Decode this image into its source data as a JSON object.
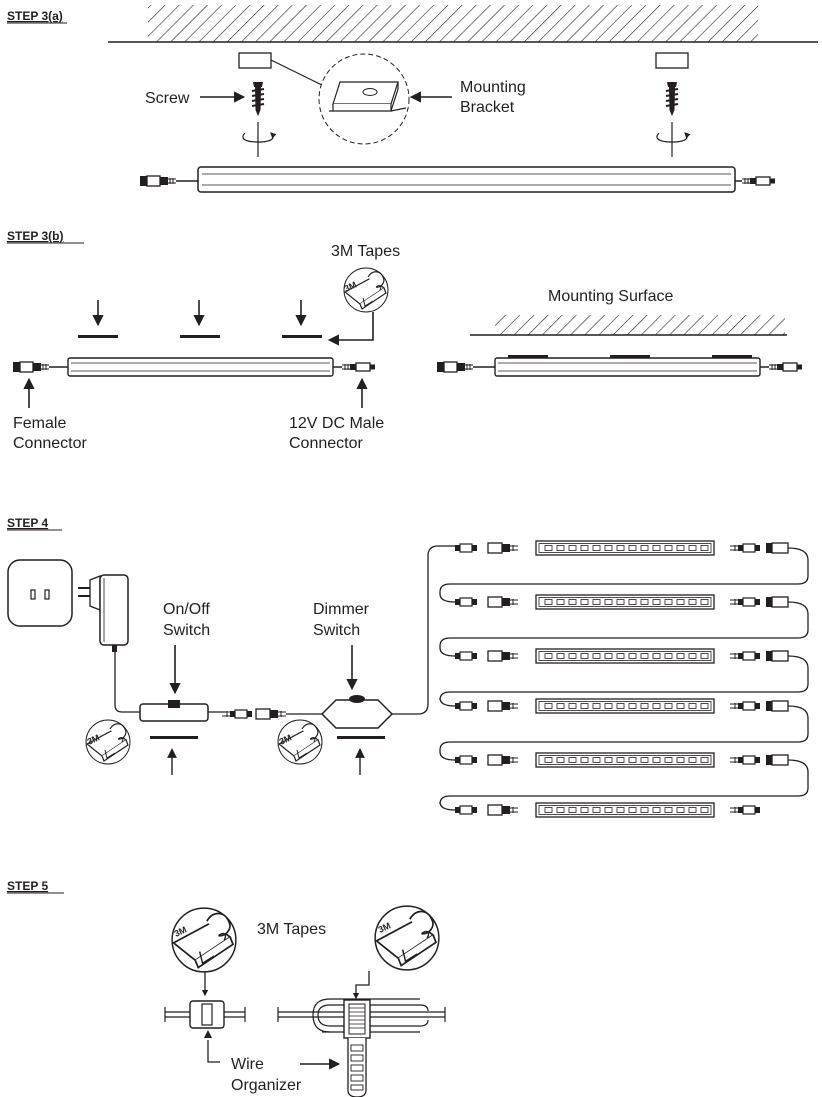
{
  "steps": {
    "s3a": "STEP 3(a)",
    "s3b": "STEP 3(b)",
    "s4": "STEP 4",
    "s5": "STEP 5"
  },
  "labels": {
    "screw": "Screw",
    "mounting_bracket_1": "Mounting",
    "mounting_bracket_2": "Bracket",
    "tapes_3m_b": "3M Tapes",
    "mounting_surface": "Mounting Surface",
    "female_1": "Female",
    "female_2": "Connector",
    "male_1": "12V DC Male",
    "male_2": "Connector",
    "onoff_1": "On/Off",
    "onoff_2": "Switch",
    "dimmer_1": "Dimmer",
    "dimmer_2": "Switch",
    "tapes_3m_5": "3M Tapes",
    "wire_org_1": "Wire",
    "wire_org_2": "Organizer",
    "tape_mark": "3M"
  },
  "icons": {
    "wall_outlet": "wall-outlet-icon",
    "power_adapter": "power-adapter-icon",
    "rotate": "rotate-arrow-icon"
  }
}
